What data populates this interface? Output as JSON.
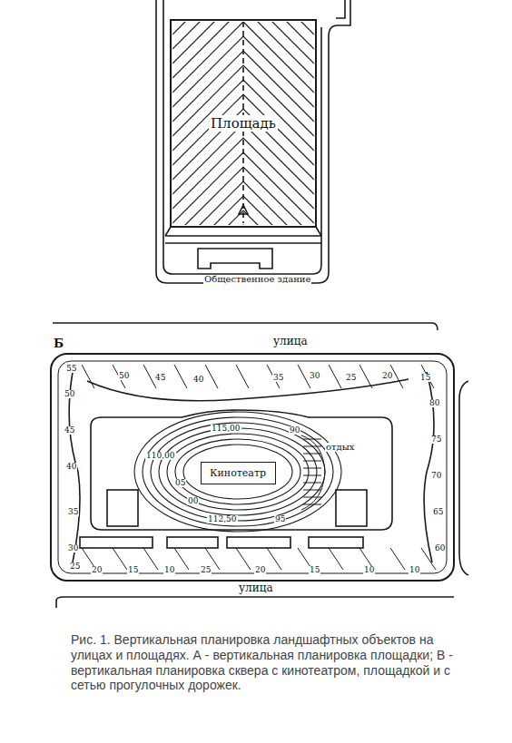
{
  "diagram": {
    "caption": "Рис. 1. Вертикальная планировка ландшафтных объектов на улицах и площадях. А - вертикальная планировка площадки; В - вертикальная планировка сквера с кинотеатром, площадкой и с сетью прогулочных дорожек.",
    "nodes": [
      {
        "text": [
          "Площадь"
        ]
      },
      {
        "text": [
          "Кинотеатр"
        ]
      }
    ],
    "labels": [
      "Общественное здание",
      "Б",
      "улица",
      "улица",
      "отдых",
      "55",
      "50",
      "45",
      "40",
      "35",
      "30",
      "25",
      "20",
      "15",
      "10",
      "50",
      "45",
      "40",
      "35",
      "30",
      "25",
      "20",
      "15",
      "110,00",
      "115,00",
      "112,50",
      "05",
      "00",
      "95",
      "90",
      "80",
      "75",
      "70",
      "65",
      "60",
      "25",
      "20",
      "15",
      "10",
      "10"
    ]
  }
}
